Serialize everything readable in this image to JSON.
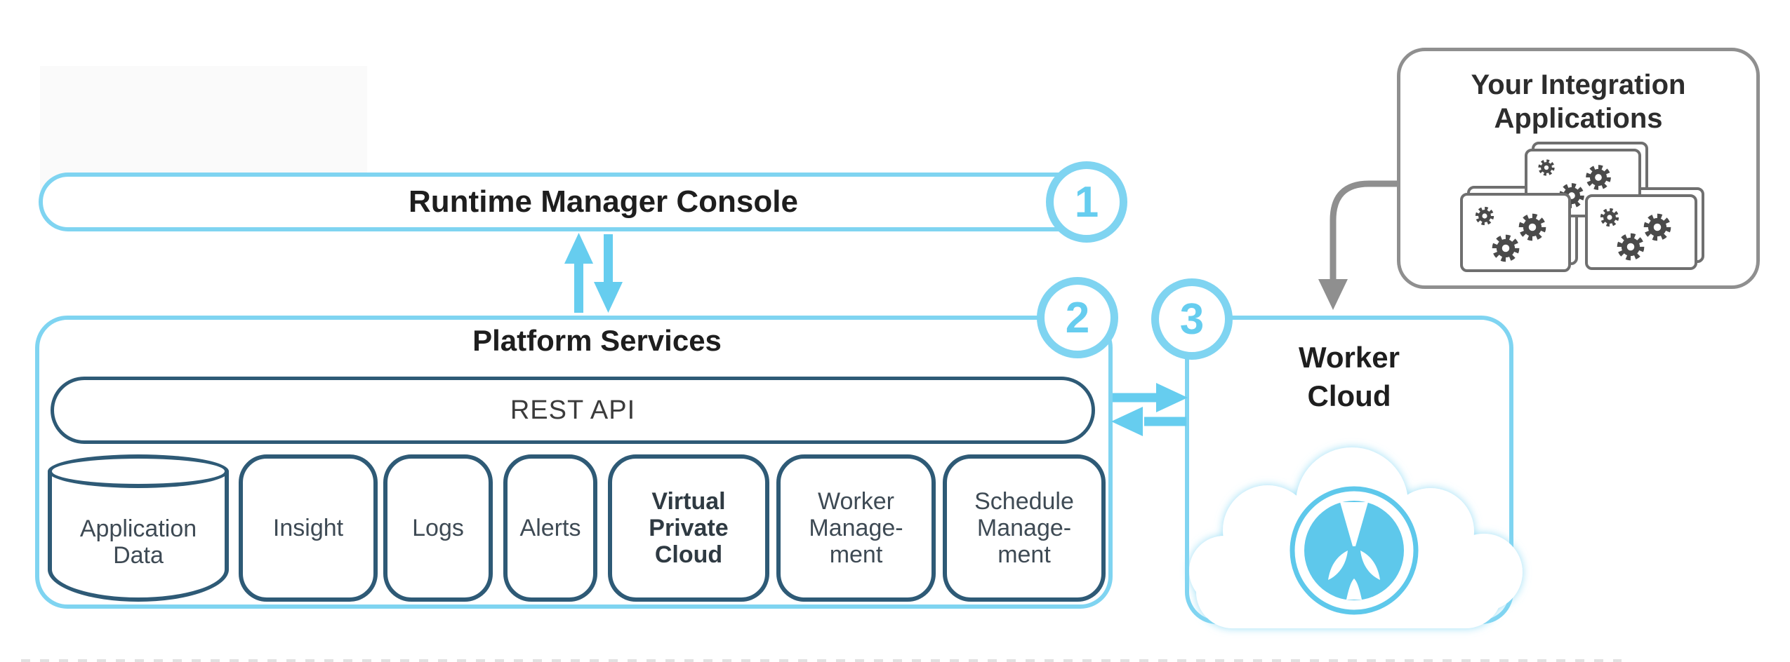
{
  "colors": {
    "cyan": "#7fd4f1",
    "cyan_strong": "#66cdef",
    "navy": "#2e5a76",
    "gray": "#8f8f8f",
    "card_gray": "#6f6f6f",
    "gear": "#4a4a4a",
    "logo_cyan": "#5ec8eb",
    "title": "#1e1e1e",
    "label": "#3e4a54",
    "watermark": "#fafafa",
    "dash": "#c9c9c9"
  },
  "diagram": {
    "runtime_manager": {
      "label": "Runtime Manager Console",
      "step": "1"
    },
    "platform_services": {
      "label": "Platform Services",
      "step": "2",
      "rest_api_label": "REST API",
      "services": [
        {
          "label": "Application\nData",
          "shape": "cylinder"
        },
        {
          "label": "Insight"
        },
        {
          "label": "Logs"
        },
        {
          "label": "Alerts"
        },
        {
          "label": "Virtual\nPrivate\nCloud",
          "bold": true
        },
        {
          "label": "Worker\nManage-\nment"
        },
        {
          "label": "Schedule\nManage-\nment"
        }
      ]
    },
    "worker_cloud": {
      "label": "Worker\nCloud",
      "step": "3",
      "logo": "mulesoft-logo"
    },
    "integration_apps": {
      "label": "Your Integration\nApplications",
      "cards": 3
    }
  }
}
